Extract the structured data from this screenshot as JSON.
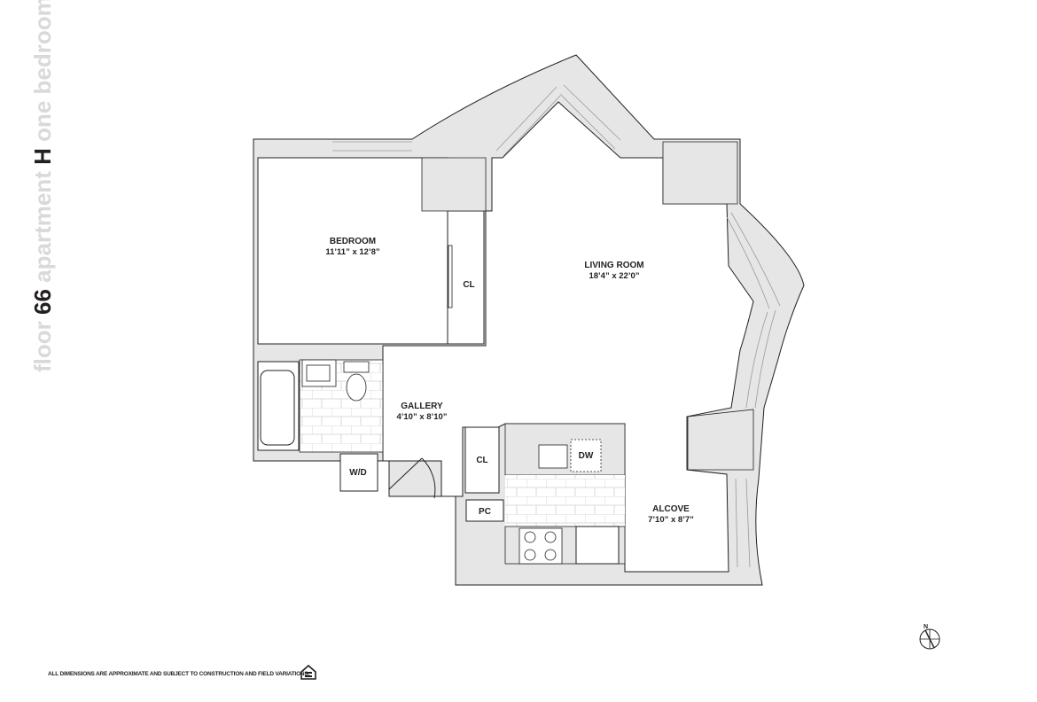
{
  "header": {
    "floor_word": "floor",
    "floor_number": "66",
    "apartment_word": "apartment",
    "apartment_letter": "H",
    "unit_type": "one bedroom"
  },
  "rooms": {
    "bedroom": {
      "name": "BEDROOM",
      "dims": "11’11” x 12’8”"
    },
    "living_room": {
      "name": "LIVING ROOM",
      "dims": "18’4” x 22’0”"
    },
    "gallery": {
      "name": "GALLERY",
      "dims": "4’10” x 8’10”"
    },
    "alcove": {
      "name": "ALCOVE",
      "dims": "7’10” x 8’7”"
    }
  },
  "fixtures": {
    "bedroom_closet": "CL",
    "gallery_closet": "CL",
    "washer_dryer": "W/D",
    "dishwasher": "DW",
    "pantry_closet": "PC"
  },
  "footer": {
    "disclaimer": "ALL DIMENSIONS ARE APPROXIMATE AND SUBJECT TO CONSTRUCTION AND FIELD VARIATIONS."
  },
  "compass": {
    "label": "N"
  },
  "colors": {
    "wall_fill": "#e6e6e6",
    "line": "#231f20",
    "title_light": "#d9d9d9",
    "title_dark": "#231f20"
  }
}
